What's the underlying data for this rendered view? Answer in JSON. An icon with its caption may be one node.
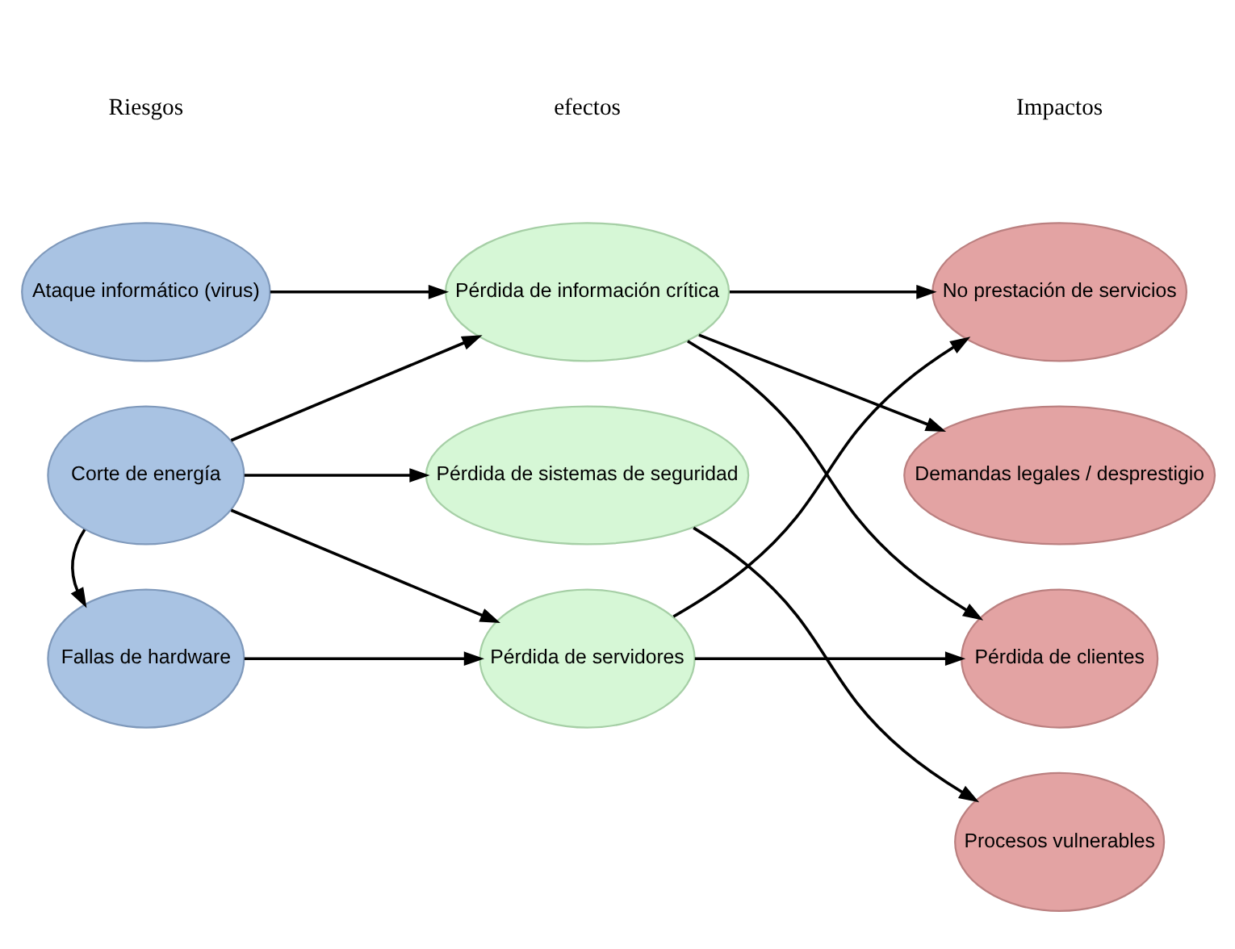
{
  "diagram": {
    "nodes": [
      {
        "text": [
          "Ataque informático (virus)"
        ]
      },
      {
        "text": [
          "Corte de energía"
        ]
      },
      {
        "text": [
          "Fallas de hardware"
        ]
      },
      {
        "text": [
          "Pérdida de información crítica"
        ]
      },
      {
        "text": [
          "Pérdida de sistemas de seguridad"
        ]
      },
      {
        "text": [
          "Pérdida de servidores"
        ]
      },
      {
        "text": [
          "No prestación de servicios"
        ]
      },
      {
        "text": [
          "Demandas legales / desprestigio"
        ]
      },
      {
        "text": [
          "Pérdida de clientes"
        ]
      },
      {
        "text": [
          "Procesos vulnerables"
        ]
      }
    ],
    "edges": [
      {
        "from": 0,
        "to": 3,
        "arrow": "to"
      },
      {
        "from": 1,
        "to": 3,
        "arrow": "to"
      },
      {
        "from": 1,
        "to": 4,
        "arrow": "to"
      },
      {
        "from": 1,
        "to": 5,
        "arrow": "to"
      },
      {
        "from": 1,
        "to": 2,
        "arrow": "to"
      },
      {
        "from": 2,
        "to": 5,
        "arrow": "to"
      },
      {
        "from": 3,
        "to": 6,
        "arrow": "to"
      },
      {
        "from": 3,
        "to": 7,
        "arrow": "to"
      },
      {
        "from": 3,
        "to": 8,
        "arrow": "to"
      },
      {
        "from": 4,
        "to": 9,
        "arrow": "to"
      },
      {
        "from": 5,
        "to": 6,
        "arrow": "to"
      },
      {
        "from": 5,
        "to": 8,
        "arrow": "to"
      }
    ],
    "labels": [
      "Riesgos",
      "efectos",
      "Impactos"
    ]
  }
}
